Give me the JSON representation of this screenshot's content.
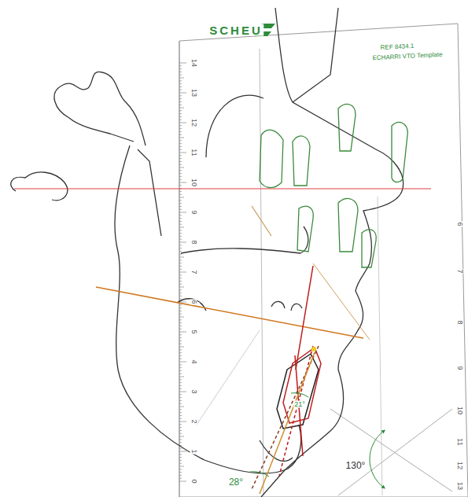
{
  "diagram": {
    "labels": [
      "SCHEU",
      "REF 8434.1",
      "ECHARRI VTO Template",
      "14",
      "13",
      "12",
      "11",
      "10",
      "9",
      "8",
      "7",
      "6",
      "5",
      "4",
      "3",
      "2",
      "1",
      "0",
      "6",
      "7",
      "8",
      "9",
      "10",
      "11",
      "12",
      "13",
      "130°",
      "28°",
      "21°"
    ]
  }
}
